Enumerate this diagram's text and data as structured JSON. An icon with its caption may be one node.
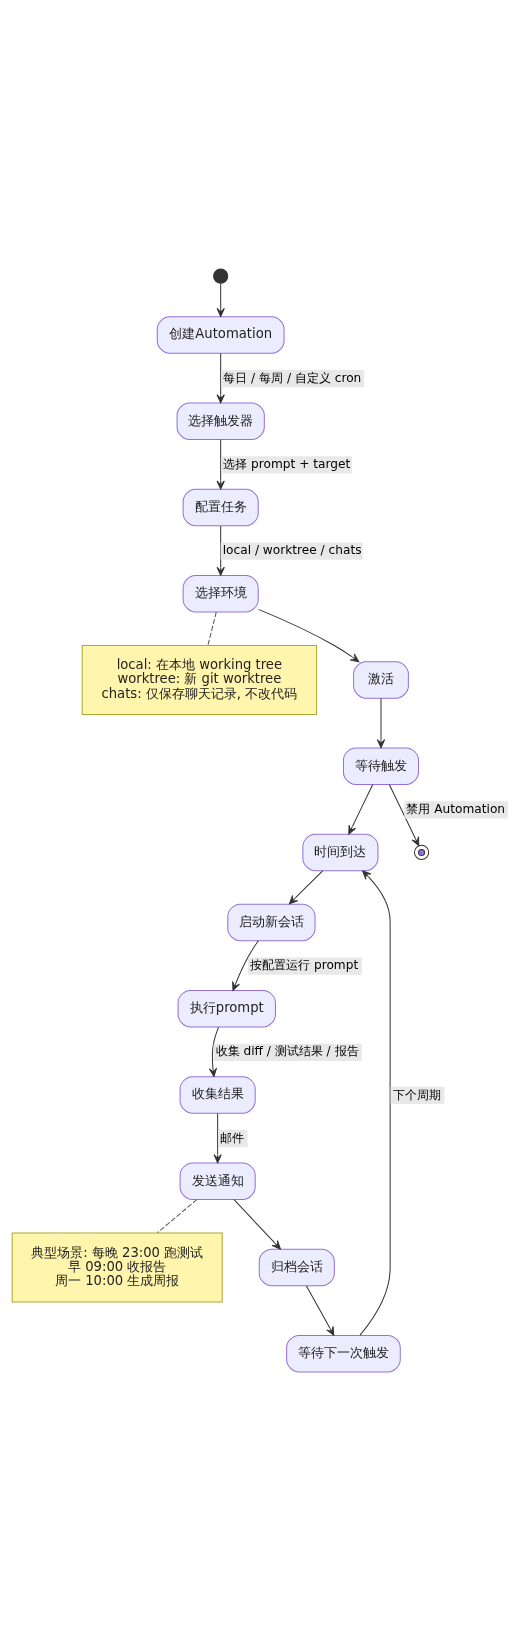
{
  "diagram": {
    "nodes": [
      {
        "text": [],
        "shape": "circle"
      },
      {
        "text": [
          "创建Automation"
        ]
      },
      {
        "text": [
          "选择触发器"
        ]
      },
      {
        "text": [
          "配置任务"
        ]
      },
      {
        "text": [
          "选择环境"
        ]
      },
      {
        "text": [
          "local: 在本地 working tree",
          "worktree: 新 git worktree",
          "chats: 仅保存聊天记录, 不改代码"
        ]
      },
      {
        "text": [
          "激活"
        ]
      },
      {
        "text": [
          "等待触发"
        ]
      },
      {
        "text": [
          "时间到达"
        ]
      },
      {
        "text": [],
        "shape": "circle"
      },
      {
        "text": [
          "启动新会话"
        ]
      },
      {
        "text": [
          "执行prompt"
        ]
      },
      {
        "text": [
          "收集结果"
        ]
      },
      {
        "text": [
          "发送通知"
        ]
      },
      {
        "text": [
          "典型场景: 每晚 23:00 跑测试",
          "早 09:00 收报告",
          "周一 10:00 生成周报"
        ]
      },
      {
        "text": [
          "归档会话"
        ]
      },
      {
        "text": [
          "等待下一次触发"
        ]
      }
    ],
    "edges": [
      {
        "from": 0,
        "to": 1,
        "arrow": "to"
      },
      {
        "from": 1,
        "to": 2,
        "arrow": "to",
        "label": "每日 / 每周 / 自定义 cron"
      },
      {
        "from": 2,
        "to": 3,
        "arrow": "to",
        "label": "选择 prompt + target"
      },
      {
        "from": 3,
        "to": 4,
        "arrow": "to",
        "label": "local / worktree / chats"
      },
      {
        "from": 4,
        "to": 5,
        "arrow": "none",
        "style": "dashed"
      },
      {
        "from": 4,
        "to": 6,
        "arrow": "to"
      },
      {
        "from": 6,
        "to": 7,
        "arrow": "to"
      },
      {
        "from": 7,
        "to": 8,
        "arrow": "to"
      },
      {
        "from": 7,
        "to": 9,
        "arrow": "to",
        "label": "禁用 Automation"
      },
      {
        "from": 8,
        "to": 10,
        "arrow": "to"
      },
      {
        "from": 10,
        "to": 11,
        "arrow": "to",
        "label": "按配置运行 prompt"
      },
      {
        "from": 11,
        "to": 12,
        "arrow": "to",
        "label": "收集 diff / 测试结果 / 报告"
      },
      {
        "from": 12,
        "to": 13,
        "arrow": "to",
        "label": "邮件"
      },
      {
        "from": 13,
        "to": 14,
        "arrow": "none",
        "style": "dashed"
      },
      {
        "from": 13,
        "to": 15,
        "arrow": "to"
      },
      {
        "from": 15,
        "to": 16,
        "arrow": "to"
      },
      {
        "from": 16,
        "to": 8,
        "arrow": "to",
        "label": "下个周期"
      }
    ]
  }
}
